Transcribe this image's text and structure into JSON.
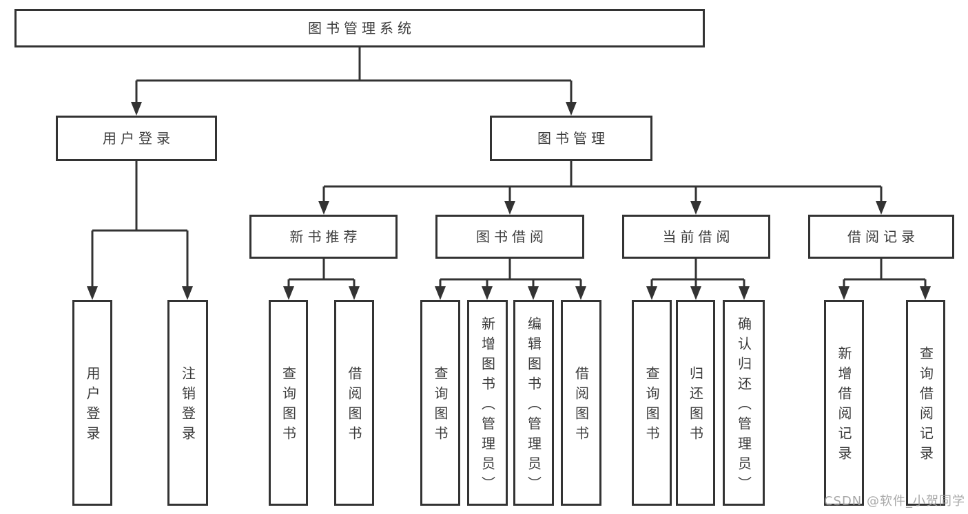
{
  "diagram_type": "functional-structure-tree",
  "tree": {
    "root": "图书管理系统",
    "children": [
      {
        "label": "用户登录",
        "children": [
          "用户登录",
          "注销登录"
        ]
      },
      {
        "label": "图书管理",
        "children": [
          {
            "label": "新书推荐",
            "children": [
              "查询图书",
              "借阅图书"
            ]
          },
          {
            "label": "图书借阅",
            "children": [
              "查询图书",
              "新增图书（管理员）",
              "编辑图书（管理员）",
              "借阅图书"
            ]
          },
          {
            "label": "当前借阅",
            "children": [
              "查询图书",
              "归还图书",
              "确认归还（管理员）"
            ]
          },
          {
            "label": "借阅记录",
            "children": [
              "新增借阅记录",
              "查询借阅记录"
            ]
          }
        ]
      }
    ]
  },
  "watermark": {
    "text": "CSDN @软件_小贺同学"
  },
  "colors": {
    "line": "#333333",
    "box_border": "#333333",
    "text": "#3b3b3b",
    "watermark": "#9e9e9e",
    "background": "#ffffff"
  }
}
